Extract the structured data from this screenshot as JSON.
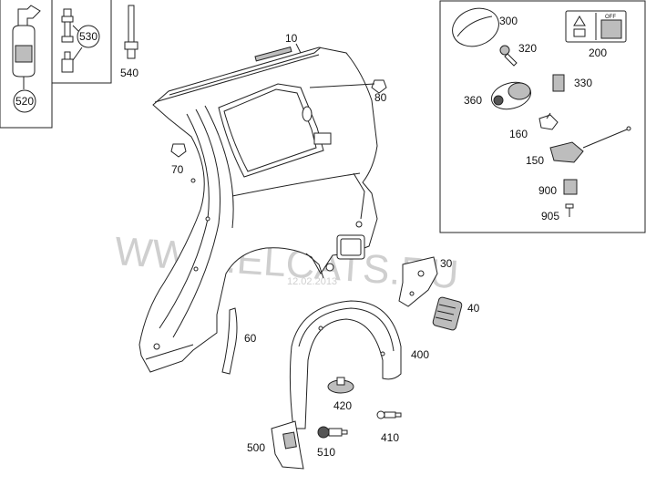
{
  "watermark": {
    "text": "WWW.ELCATS.RU",
    "date": "12.02.2013"
  },
  "parts": {
    "p10": "10",
    "p30": "30",
    "p40": "40",
    "p60": "60",
    "p70": "70",
    "p80": "80",
    "p150": "150",
    "p160": "160",
    "p200": "200",
    "p300": "300",
    "p320": "320",
    "p330": "330",
    "p360": "360",
    "p400": "400",
    "p410": "410",
    "p420": "420",
    "p500": "500",
    "p510": "510",
    "p520": "520",
    "p530": "530",
    "p540": "540",
    "p900": "900",
    "p905": "905"
  },
  "decal": {
    "off_text": "OFF"
  },
  "icons": [
    "sealant-bottle-icon",
    "screw-icon",
    "bolt-icon",
    "warning-label-icon",
    "fuel-flap-icon"
  ]
}
